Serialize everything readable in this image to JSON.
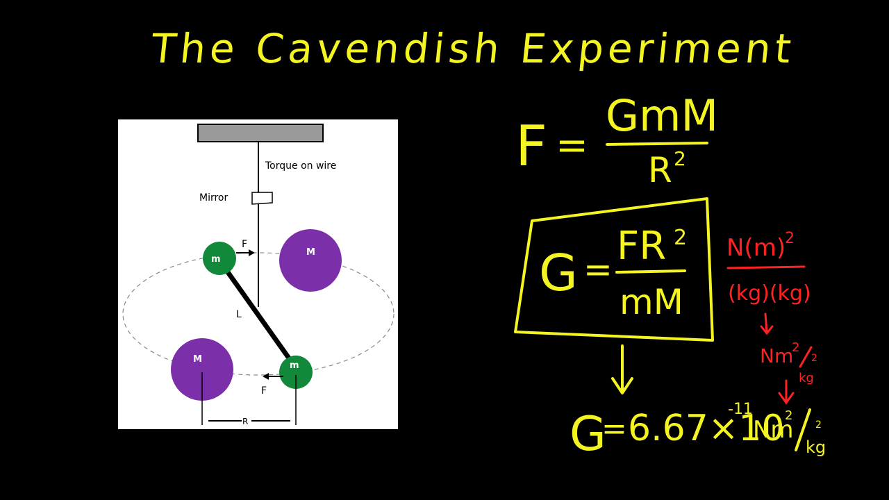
{
  "title": "The Cavendish Experiment",
  "diagram": {
    "label_torque": "Torque on wire",
    "label_mirror": "Mirror",
    "label_small_mass": "m",
    "label_large_mass": "M",
    "label_force": "F",
    "label_length": "L",
    "label_distance": "R"
  },
  "formula1": {
    "lhs": "F",
    "eq": "=",
    "numerator": "GmM",
    "denominator": "R",
    "exp": "2"
  },
  "formula2": {
    "lhs": "G",
    "eq": "=",
    "numerator": "FR",
    "exp": "2",
    "denominator": "mM"
  },
  "units": {
    "numerator": "N(m)",
    "num_exp": "2",
    "denominator": "(kg)(kg)",
    "simplified": "Nm",
    "simplified_exp": "2",
    "simplified_den": "kg",
    "simplified_den_exp": "2"
  },
  "result": {
    "lhs": "G",
    "eq": "=",
    "value": "6.67×10",
    "exponent": "-11",
    "unit": "Nm",
    "unit_exp": "2",
    "unit_den": "kg",
    "unit_den_exp": "2"
  },
  "colors": {
    "chalk_yellow": "#f4f423",
    "chalk_red": "#ff2222",
    "small_mass": "#12893a",
    "large_mass": "#7b2fa8"
  }
}
